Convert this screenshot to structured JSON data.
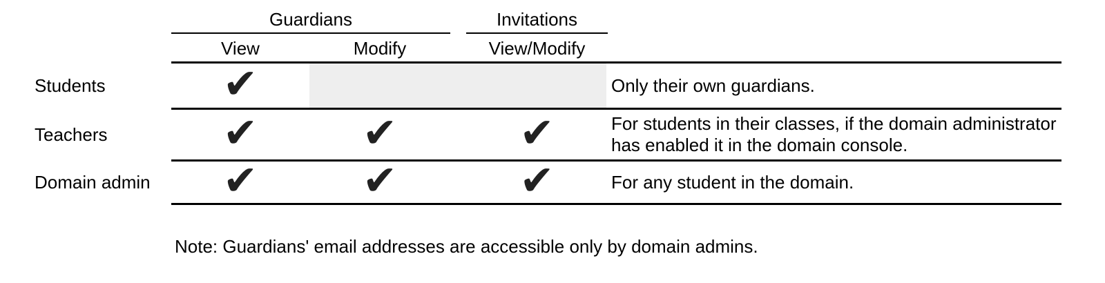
{
  "table": {
    "column_groups": [
      {
        "label": "Guardians"
      },
      {
        "label": "Invitations"
      }
    ],
    "column_headers": [
      "View",
      "Modify",
      "View/Modify"
    ],
    "check_icon": "✔",
    "rows": [
      {
        "label": "Students",
        "permissions": {
          "guardians_view": true,
          "guardians_modify": false,
          "invitations_view_modify": false
        },
        "no_access_shaded": true,
        "note": "Only their own guardians."
      },
      {
        "label": "Teachers",
        "permissions": {
          "guardians_view": true,
          "guardians_modify": true,
          "invitations_view_modify": true
        },
        "no_access_shaded": false,
        "note": "For students in their classes, if the domain administrator has enabled it in the domain console."
      },
      {
        "label": "Domain admin",
        "permissions": {
          "guardians_view": true,
          "guardians_modify": true,
          "invitations_view_modify": true
        },
        "no_access_shaded": false,
        "note": "For any student in the domain."
      }
    ],
    "footnote": "Note: Guardians' email addresses are accessible only by domain admins.",
    "colors": {
      "text": "#000000",
      "rule": "#000000",
      "check": "#222222",
      "shaded_cell": "#eeeeee",
      "background": "#ffffff"
    }
  }
}
